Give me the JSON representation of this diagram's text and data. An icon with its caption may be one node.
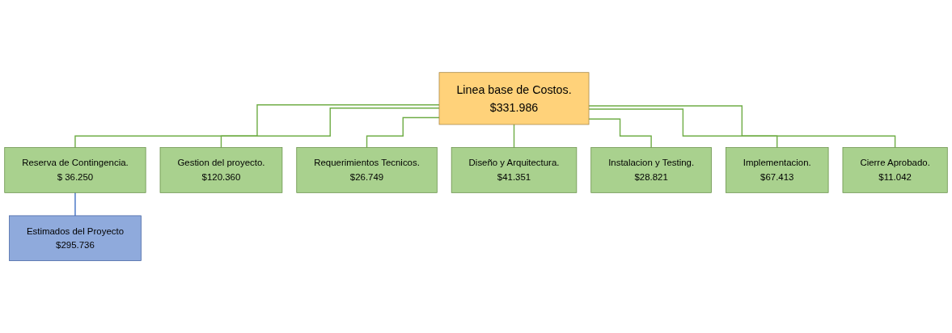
{
  "diagram": {
    "nodes": [
      {
        "text": [
          "Linea base de Costos.",
          "$331.986"
        ]
      },
      {
        "text": [
          "Reserva de Contingencia.",
          "$ 36.250"
        ]
      },
      {
        "text": [
          "Estimados del Proyecto",
          "$295.736"
        ]
      },
      {
        "text": [
          "Gestion del proyecto.",
          "$120.360"
        ]
      },
      {
        "text": [
          "Requerimientos Tecnicos.",
          "$26.749"
        ]
      },
      {
        "text": [
          "Diseño y Arquitectura.",
          "$41.351"
        ]
      },
      {
        "text": [
          "Instalacion y Testing.",
          "$28.821"
        ]
      },
      {
        "text": [
          "Implementacion.",
          "$67.413"
        ]
      },
      {
        "text": [
          "Cierre Aprobado.",
          "$11.042"
        ]
      }
    ],
    "edges": [
      {
        "from": 0,
        "to": 1,
        "arrow": "none"
      },
      {
        "from": 1,
        "to": 2,
        "arrow": "none",
        "color": "#4472c4"
      },
      {
        "from": 0,
        "to": 3,
        "arrow": "none"
      },
      {
        "from": 0,
        "to": 4,
        "arrow": "none"
      },
      {
        "from": 0,
        "to": 5,
        "arrow": "none"
      },
      {
        "from": 0,
        "to": 6,
        "arrow": "none"
      },
      {
        "from": 0,
        "to": 7,
        "arrow": "none"
      },
      {
        "from": 0,
        "to": 8,
        "arrow": "none"
      }
    ]
  }
}
